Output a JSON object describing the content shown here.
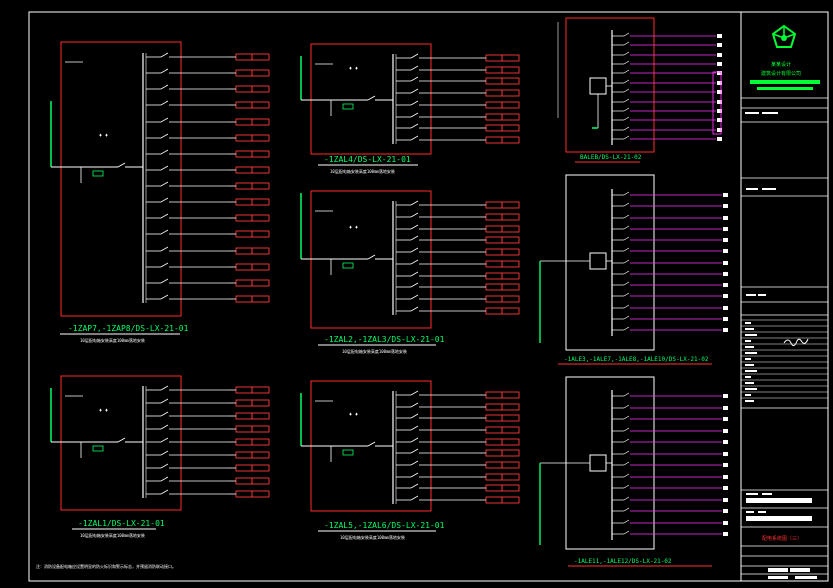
{
  "colors": {
    "background": "#000000",
    "frame": "#ffffff",
    "panel_border": "#ff2a2a",
    "breaker": "#ffffff",
    "feeder_box": "#ff3a3a",
    "label": "#00ff66",
    "title_line": "#ffffff",
    "magenta": "#ff33ff",
    "title_block": "#00ff33",
    "warning": "#ff3333"
  },
  "panels": [
    {
      "id": "p1",
      "title": "-1ZAP7,-1ZAP8/DS-LX-21-01",
      "subtitle": "10层配电箱安装高度100mm落地安装",
      "feeders": 16
    },
    {
      "id": "p2",
      "title": "-1ZAL4/DS-LX-21-01",
      "subtitle": "10层配电箱安装高度100mm落地安装",
      "feeders": 8
    },
    {
      "id": "p3",
      "title": "-1ZAL2,-1ZAL3/DS-LX-21-01",
      "subtitle": "10层配电箱安装高度100mm落地安装",
      "feeders": 10
    },
    {
      "id": "p4",
      "title": "-1ZAL1/DS-LX-21-01",
      "subtitle": "10层配电箱安装高度100mm落地安装",
      "feeders": 9
    },
    {
      "id": "p5",
      "title": "-1ZAL5,-1ZAL6/DS-LX-21-01",
      "subtitle": "10层配电箱安装高度100mm落地安装",
      "feeders": 10
    }
  ],
  "right_panels": [
    {
      "id": "r1",
      "title": "BALEB/DS-LX-21-02"
    },
    {
      "id": "r2",
      "title": "-1ALE3,-1ALE7,-1ALE8,-1ALE10/DS-LX-21-02"
    },
    {
      "id": "r3",
      "title": "-1ALE11,-1ALE12/DS-LX-21-02"
    }
  ],
  "note": "注：消防设备配电箱应设置明显的防火标识和警示标志，并预留消防联动接口。",
  "title_block": {
    "company": "某某设计",
    "company_sub": "建筑设计有限公司",
    "drawing_name": "配电系统图（三）"
  }
}
